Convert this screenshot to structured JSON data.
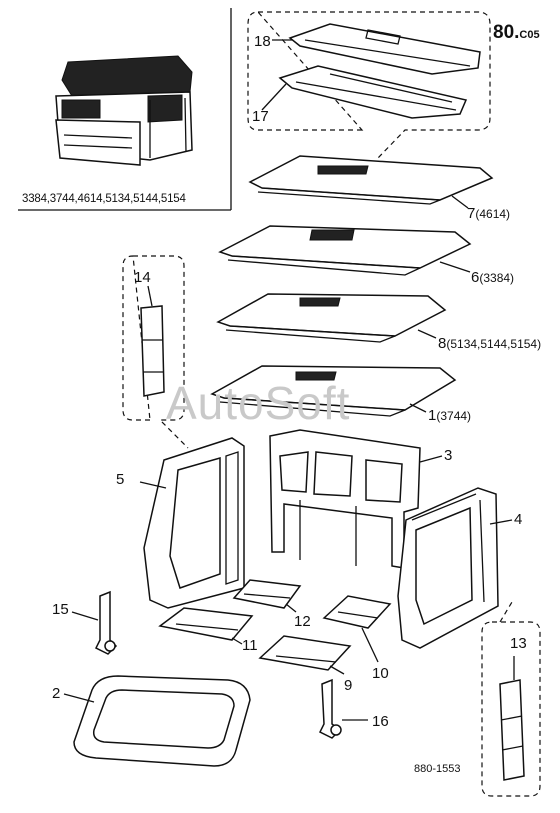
{
  "page_code": "80.",
  "page_code_suffix": "C05",
  "model_list": "3384,3744,4614,5134,5144,5154",
  "watermark": "AutoSoft",
  "doc_number": "880-1553",
  "callouts": {
    "p18": "18",
    "p17": "17",
    "p7": "7",
    "p7_note": "(4614)",
    "p6": "6",
    "p6_note": "(3384)",
    "p8": "8",
    "p8_note": "(5134,5144,5154)",
    "p1": "1",
    "p1_note": "(3744)",
    "p14": "14",
    "p5": "5",
    "p3": "3",
    "p4": "4",
    "p15": "15",
    "p12": "12",
    "p11": "11",
    "p10": "10",
    "p9": "9",
    "p13": "13",
    "p2": "2",
    "p16": "16"
  }
}
